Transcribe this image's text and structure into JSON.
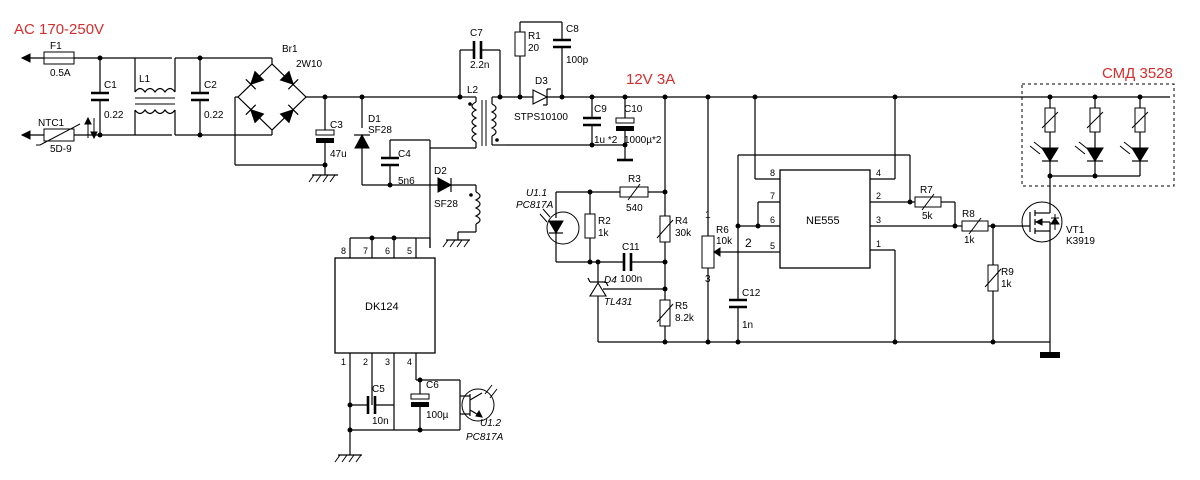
{
  "titles": {
    "input": "AC 170-250V",
    "output": "12V 3A",
    "leds": "СМД 3528"
  },
  "colors": {
    "title": "#d32f2f",
    "line": "#000000"
  },
  "parts": {
    "F1": {
      "ref": "F1",
      "val": "0.5A"
    },
    "NTC1": {
      "ref": "NTC1",
      "val": "5D-9"
    },
    "C1": {
      "ref": "C1",
      "val": "0.22"
    },
    "L1": {
      "ref": "L1"
    },
    "C2": {
      "ref": "C2",
      "val": "0.22"
    },
    "Br1": {
      "ref": "Br1",
      "val": "2W10"
    },
    "C3": {
      "ref": "C3",
      "val": "47u"
    },
    "D1": {
      "ref": "D1",
      "val": "SF28"
    },
    "C7": {
      "ref": "C7",
      "val": "2.2n"
    },
    "L2": {
      "ref": "L2"
    },
    "C4": {
      "ref": "C4",
      "val": "5n6"
    },
    "D2": {
      "ref": "D2",
      "val": "SF28"
    },
    "R1": {
      "ref": "R1",
      "val": "20"
    },
    "C8": {
      "ref": "C8",
      "val": "100p"
    },
    "D3": {
      "ref": "D3",
      "val": "STPS10100"
    },
    "C9": {
      "ref": "C9",
      "val": "1u *2"
    },
    "C10": {
      "ref": "C10",
      "val": "1000µ*2"
    },
    "U11": {
      "ref": "U1.1",
      "val": "PC817A"
    },
    "R2": {
      "ref": "R2",
      "val": "1k"
    },
    "R3": {
      "ref": "R3",
      "val": "540"
    },
    "R4": {
      "ref": "R4",
      "val": "30k"
    },
    "C11": {
      "ref": "C11",
      "val": "100n"
    },
    "D4": {
      "ref": "D4",
      "val": "TL431"
    },
    "R5": {
      "ref": "R5",
      "val": "8.2k"
    },
    "R6": {
      "ref": "R6",
      "val": "10k"
    },
    "C12": {
      "ref": "C12",
      "val": "1n"
    },
    "R7": {
      "ref": "R7",
      "val": "5k"
    },
    "R8": {
      "ref": "R8",
      "val": "1k"
    },
    "R9": {
      "ref": "R9",
      "val": "1k"
    },
    "VT1": {
      "ref": "VT1",
      "val": "K3919"
    },
    "C5": {
      "ref": "C5",
      "val": "10n"
    },
    "C6": {
      "ref": "C6",
      "val": "100µ"
    },
    "U12": {
      "ref": "U1.2",
      "val": "PC817A"
    }
  },
  "ics": {
    "dk124": {
      "name": "DK124",
      "pins": [
        "8",
        "7",
        "6",
        "5",
        "1",
        "2",
        "3",
        "4"
      ]
    },
    "ne555": {
      "name": "NE555",
      "pins": [
        "8",
        "7",
        "6",
        "5",
        "4",
        "2",
        "3",
        "1"
      ]
    }
  },
  "pot_pins": [
    "1",
    "2",
    "3"
  ]
}
